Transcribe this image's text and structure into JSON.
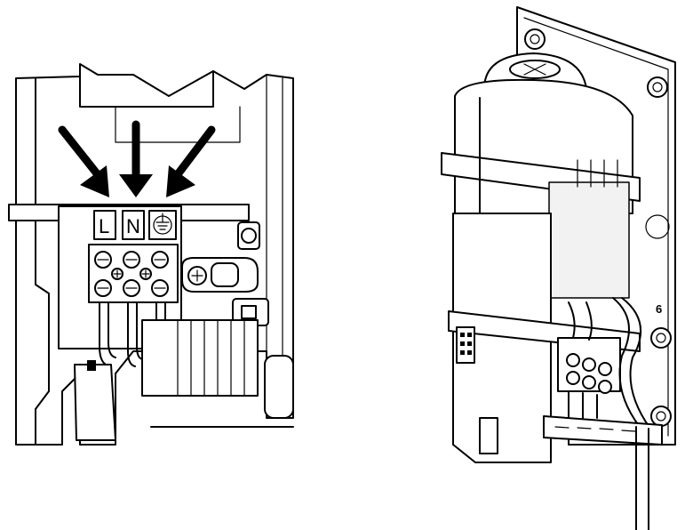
{
  "left_panel": {
    "terminal_labels": [
      "L",
      "N"
    ],
    "earth_symbol": "earth-ground-symbol",
    "arrow_count": 3
  },
  "right_panel": {
    "screw_marker": "6"
  },
  "colors": {
    "line": "#000000",
    "background": "#ffffff"
  }
}
